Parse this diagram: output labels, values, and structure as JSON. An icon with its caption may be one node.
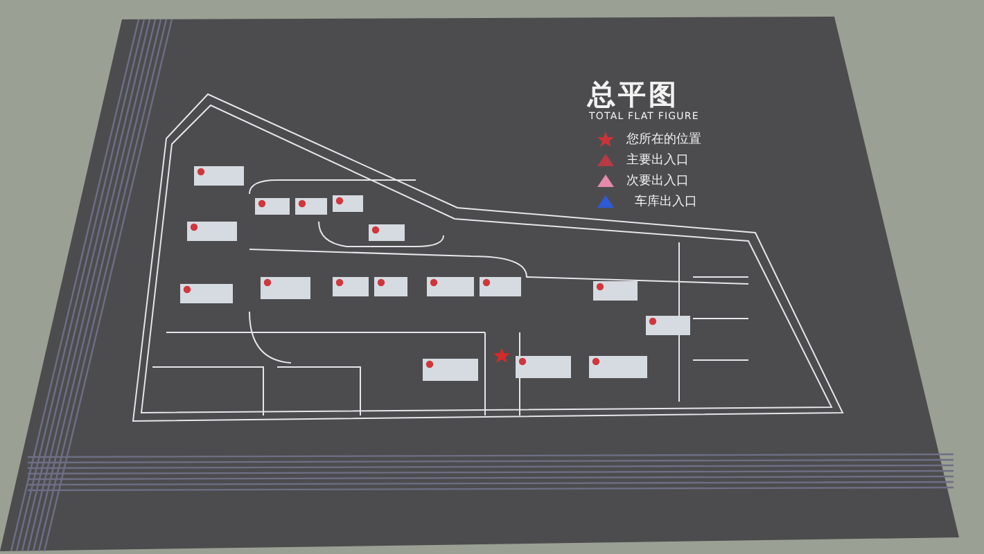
{
  "diagram": {
    "title": "总平图",
    "labels": [
      "TOTAL FLAT FIGURE"
    ],
    "legend": [
      {
        "text": "您所在的位置"
      },
      {
        "text": "主要出入口"
      },
      {
        "text": "次要出入口"
      },
      {
        "text": "车库出入口"
      }
    ]
  }
}
